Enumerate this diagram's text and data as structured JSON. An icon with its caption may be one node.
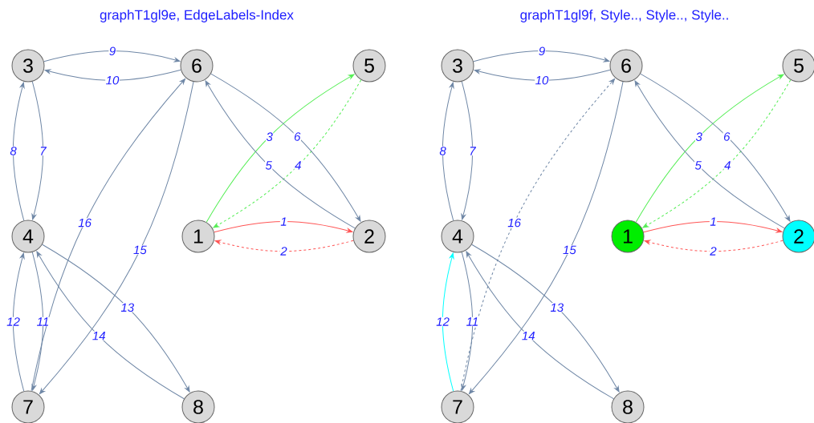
{
  "diagram": {
    "nodes": [
      {
        "text": [
          "3"
        ]
      },
      {
        "text": [
          "6"
        ]
      },
      {
        "text": [
          "5"
        ]
      },
      {
        "text": [
          "4"
        ]
      },
      {
        "text": [
          "1"
        ]
      },
      {
        "text": [
          "2"
        ]
      },
      {
        "text": [
          "7"
        ]
      },
      {
        "text": [
          "8"
        ]
      },
      {
        "text": [
          "3"
        ]
      },
      {
        "text": [
          "6"
        ]
      },
      {
        "text": [
          "5"
        ]
      },
      {
        "text": [
          "4"
        ]
      },
      {
        "text": [
          "1"
        ]
      },
      {
        "text": [
          "2"
        ]
      },
      {
        "text": [
          "7"
        ]
      },
      {
        "text": [
          "8"
        ]
      }
    ],
    "edges": [
      {
        "from": 4,
        "to": 5,
        "arrow": "to",
        "label": "1",
        "color": "#ff5555"
      },
      {
        "from": 5,
        "to": 4,
        "arrow": "to",
        "label": "2",
        "color": "#ff5555",
        "style": "dashed"
      },
      {
        "from": 4,
        "to": 2,
        "arrow": "to",
        "label": "3",
        "color": "#55ee55"
      },
      {
        "from": 2,
        "to": 4,
        "arrow": "to",
        "label": "4",
        "color": "#55ee55",
        "style": "dashed"
      },
      {
        "from": 5,
        "to": 1,
        "arrow": "to",
        "label": "5"
      },
      {
        "from": 1,
        "to": 5,
        "arrow": "to",
        "label": "6"
      },
      {
        "from": 0,
        "to": 3,
        "arrow": "to",
        "label": "7"
      },
      {
        "from": 3,
        "to": 0,
        "arrow": "to",
        "label": "8"
      },
      {
        "from": 0,
        "to": 1,
        "arrow": "to",
        "label": "9"
      },
      {
        "from": 1,
        "to": 0,
        "arrow": "to",
        "label": "10"
      },
      {
        "from": 3,
        "to": 6,
        "arrow": "to",
        "label": "11"
      },
      {
        "from": 6,
        "to": 3,
        "arrow": "to",
        "label": "12"
      },
      {
        "from": 3,
        "to": 7,
        "arrow": "to",
        "label": "13"
      },
      {
        "from": 7,
        "to": 3,
        "arrow": "to",
        "label": "14"
      },
      {
        "from": 1,
        "to": 6,
        "arrow": "to",
        "label": "15"
      },
      {
        "from": 6,
        "to": 1,
        "arrow": "to",
        "label": "16"
      },
      {
        "from": 12,
        "to": 13,
        "arrow": "to",
        "label": "1",
        "color": "#ff5555"
      },
      {
        "from": 13,
        "to": 12,
        "arrow": "to",
        "label": "2",
        "color": "#ff5555",
        "style": "dashed"
      },
      {
        "from": 12,
        "to": 10,
        "arrow": "to",
        "label": "3",
        "color": "#55ee55"
      },
      {
        "from": 10,
        "to": 12,
        "arrow": "to",
        "label": "4",
        "color": "#55ee55",
        "style": "dashed"
      },
      {
        "from": 13,
        "to": 9,
        "arrow": "to",
        "label": "5"
      },
      {
        "from": 9,
        "to": 13,
        "arrow": "to",
        "label": "6"
      },
      {
        "from": 8,
        "to": 11,
        "arrow": "to",
        "label": "7"
      },
      {
        "from": 11,
        "to": 8,
        "arrow": "to",
        "label": "8"
      },
      {
        "from": 8,
        "to": 9,
        "arrow": "to",
        "label": "9"
      },
      {
        "from": 9,
        "to": 8,
        "arrow": "to",
        "label": "10"
      },
      {
        "from": 11,
        "to": 14,
        "arrow": "to",
        "label": "11"
      },
      {
        "from": 14,
        "to": 11,
        "arrow": "to",
        "label": "12",
        "color": "#00ffff"
      },
      {
        "from": 11,
        "to": 15,
        "arrow": "to",
        "label": "13"
      },
      {
        "from": 15,
        "to": 11,
        "arrow": "to",
        "label": "14"
      },
      {
        "from": 9,
        "to": 14,
        "arrow": "to",
        "label": "15"
      },
      {
        "from": 14,
        "to": 9,
        "arrow": "to",
        "label": "16",
        "style": "dashed"
      }
    ],
    "labels": [
      "graphT1gl9e, EdgeLabels-Index",
      "graphT1gl9f, Style.., Style.., Style.."
    ]
  }
}
